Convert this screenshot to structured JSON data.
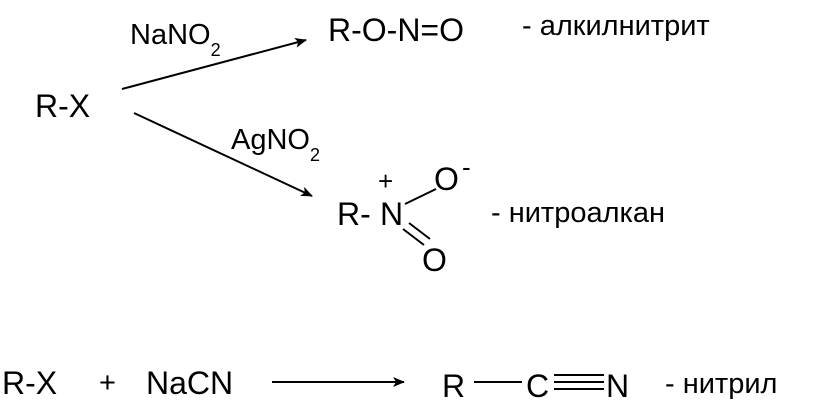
{
  "reaction1": {
    "reactant": "R-X",
    "reagent_a": {
      "main": "NaNO",
      "sub": "2"
    },
    "product_a": {
      "formula": "R-O-N=O",
      "name": "- алкилнитрит"
    },
    "reagent_b": {
      "main": "AgNO",
      "sub": "2"
    },
    "product_b": {
      "prefix": "R-",
      "center": "N",
      "charge": "+",
      "o_top": "O",
      "o_top_charge": "-",
      "o_bottom": "O",
      "name": "- нитроалкан"
    }
  },
  "reaction2": {
    "reactant": "R-X",
    "plus": "+",
    "reagent": "NaCN",
    "product": {
      "r": "R",
      "c": "C",
      "n": "N",
      "name": "- нитрил"
    }
  }
}
